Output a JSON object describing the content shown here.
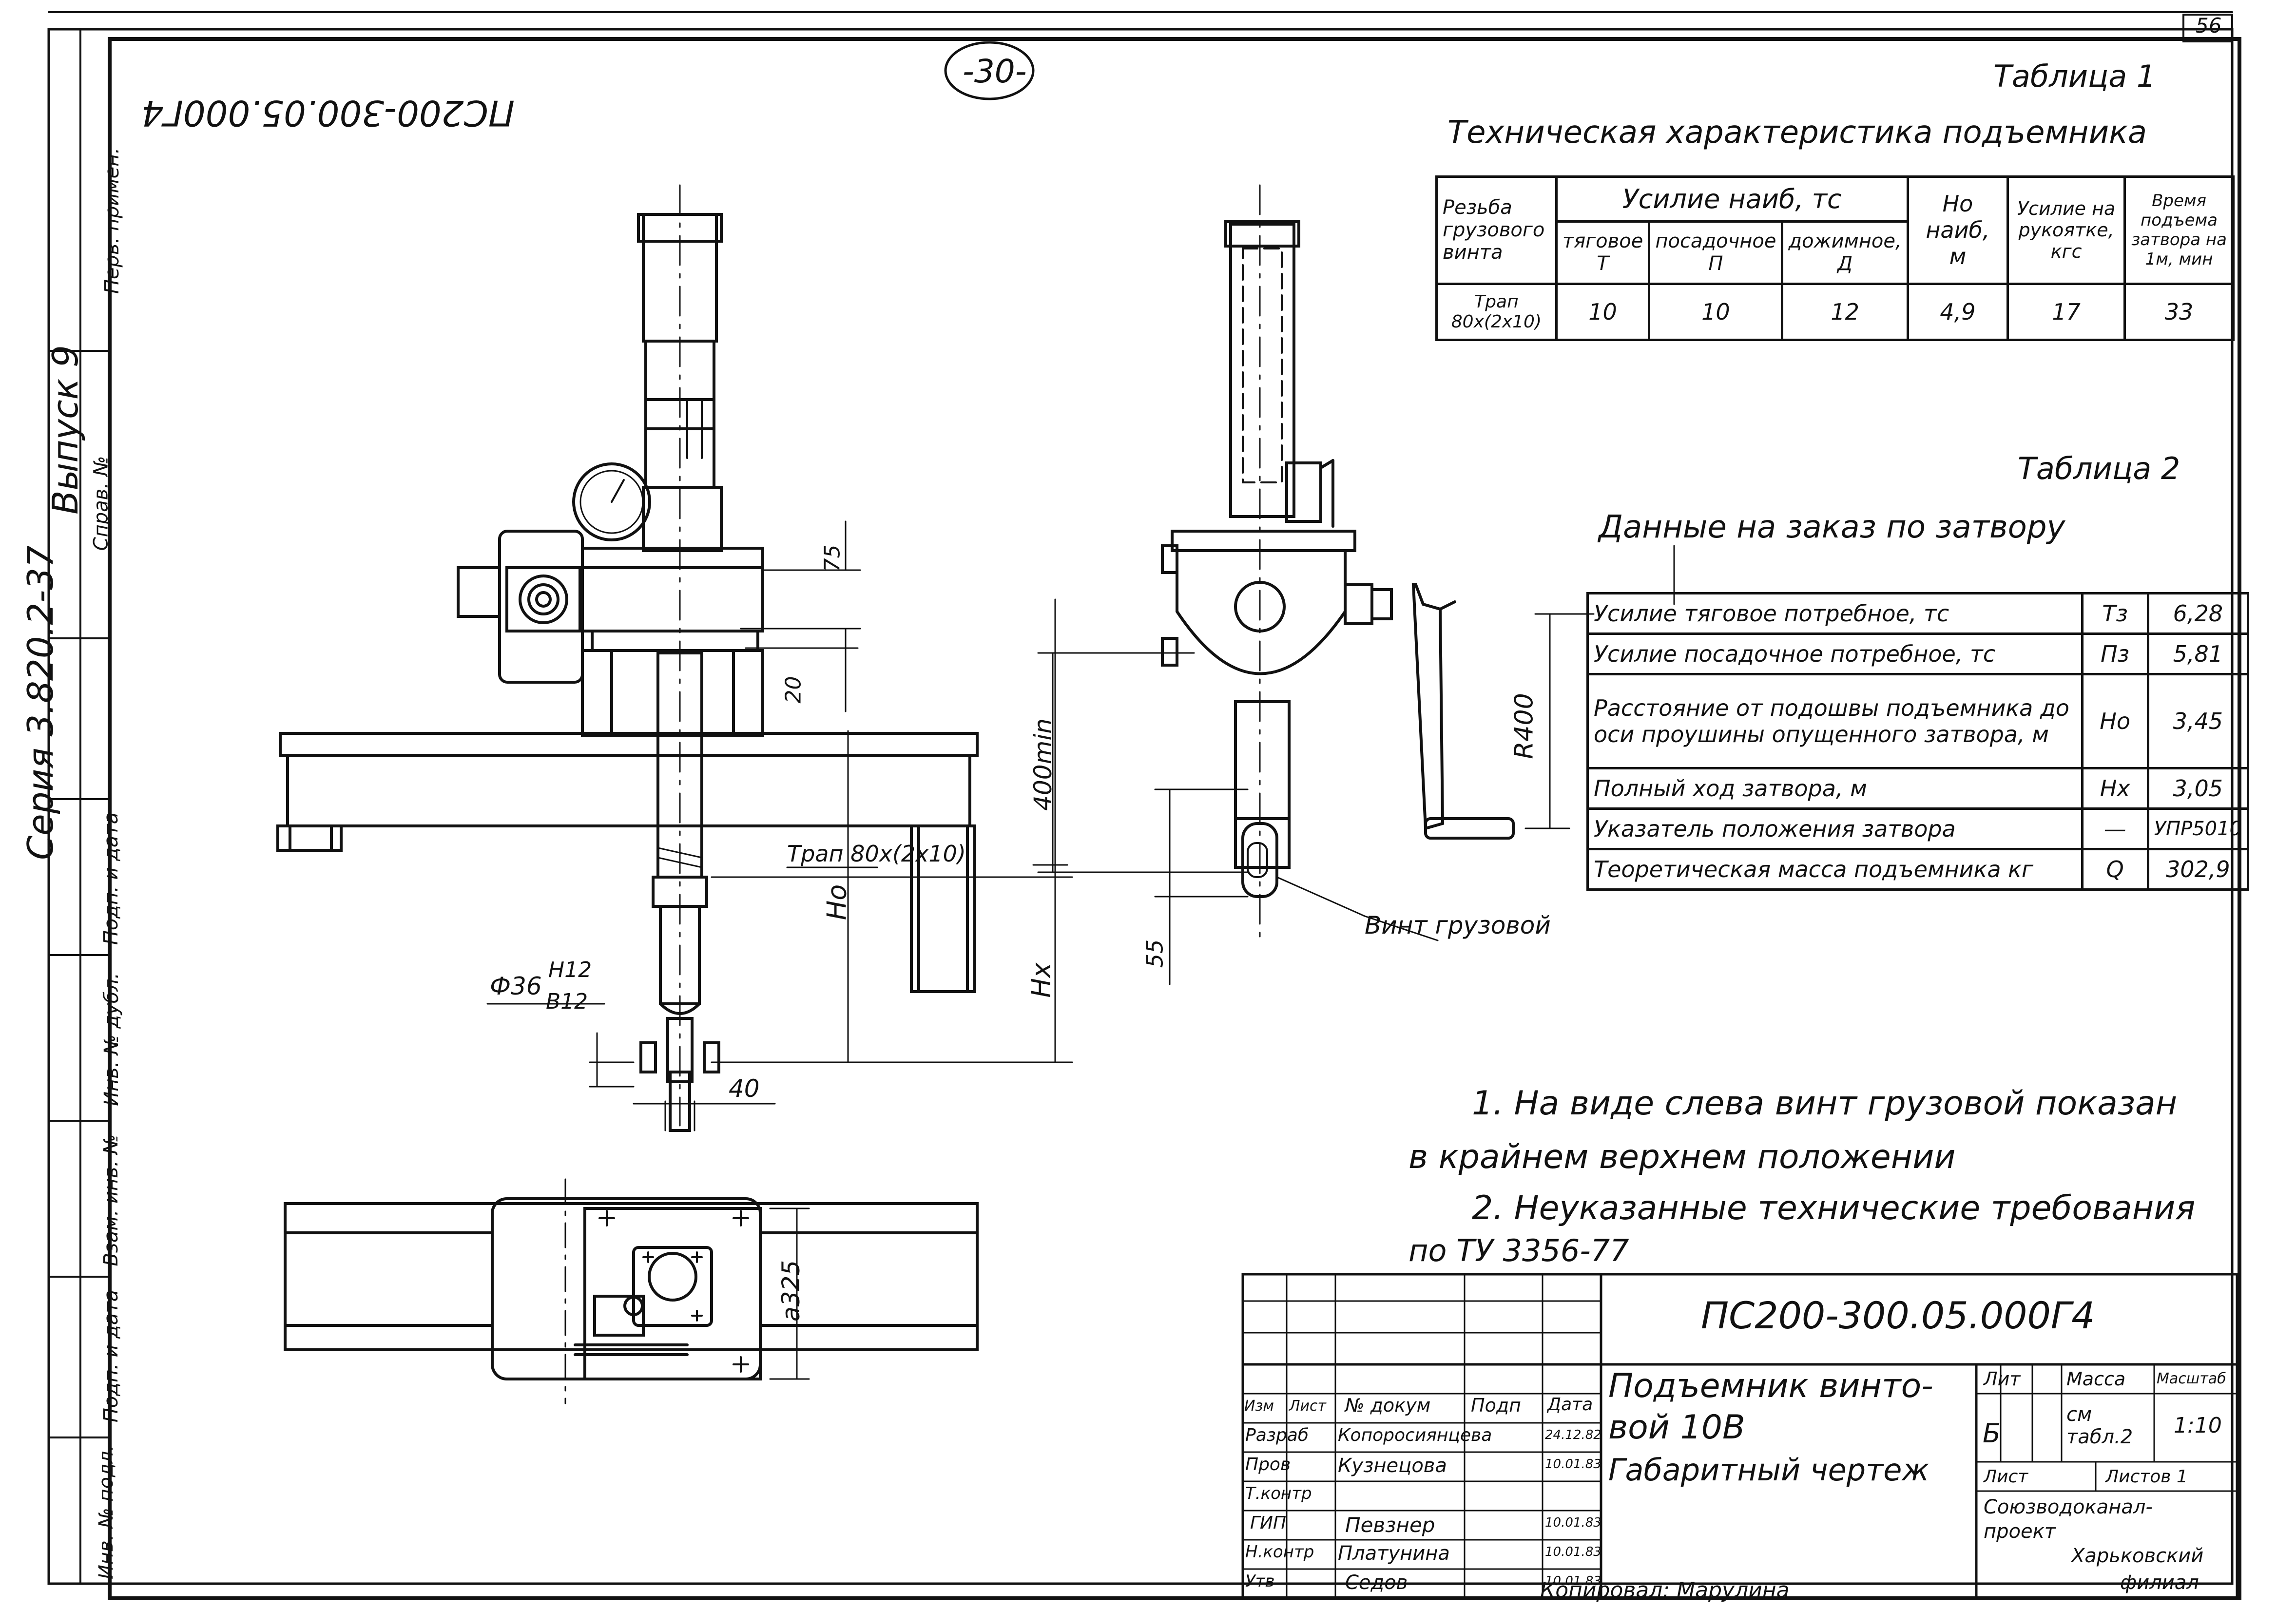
{
  "sheet": {
    "page_number": "-30-",
    "corner_number": "56",
    "top_code_mirrored": "ПС200-300.05.000Г4",
    "copied_by": "Копировал: Марулина"
  },
  "side_strip": {
    "series": "Серия 3.820.2-37",
    "issue": "Выпуск 9",
    "cells": [
      "Перв. примен.",
      "Справ. №",
      "Подп. и дата",
      "Инв. № дубл.",
      "Взам. инв. №",
      "Подп. и дата",
      "Инв. № подл."
    ]
  },
  "table1": {
    "title": "Таблица 1",
    "subtitle": "Техническая характеристика подъемника",
    "headers": {
      "thread": "Резьба грузового винта",
      "force": "Усилие наиб, тс",
      "pull": "тяговое Т",
      "seat": "посадочное П",
      "clamp": "дожимное, Д",
      "height": "Но наиб, м",
      "handle": "Усилие на рукоятке, кгс",
      "time": "Время подъема затвора на 1м, мин"
    },
    "row": {
      "thread": "Трап 80х(2х10)",
      "pull": "10",
      "seat": "10",
      "clamp": "12",
      "height": "4,9",
      "handle": "17",
      "time": "33"
    }
  },
  "table2": {
    "title": "Таблица 2",
    "subtitle": "Данные на заказ по затвору",
    "rows": [
      {
        "label": "Усилие тяговое потребное, тс",
        "sym": "Тз",
        "val": "6,28"
      },
      {
        "label": "Усилие посадочное потребное, тс",
        "sym": "Пз",
        "val": "5,81"
      },
      {
        "label": "Расстояние от подошвы подъемника до оси проушины опущенного затвора, м",
        "sym": "Но",
        "val": "3,45"
      },
      {
        "label": "Полный ход затвора, м",
        "sym": "Нх",
        "val": "3,05"
      },
      {
        "label": "Указатель положения затвора",
        "sym": "—",
        "val": "УПР5010"
      },
      {
        "label": "Теоретическая масса подъемника кг",
        "sym": "Q",
        "val": "302,9"
      }
    ]
  },
  "notes": {
    "n1a": "1. На виде слева винт грузовой показан",
    "n1b": "в крайнем верхнем положении",
    "n2a": "2. Неуказанные технические требования",
    "n2b": "по ТУ 3356-77"
  },
  "dims": {
    "d75": "75",
    "d20": "20",
    "ho": "Но",
    "hx": "Нх",
    "d400": "400min",
    "d55": "55",
    "r400": "R400",
    "d40": "40",
    "phi": "Ф36",
    "fit_top": "H12",
    "fit_bot": "B12",
    "thread": "Трап 80х(2х10)",
    "a325": "а325",
    "screw": "Винт грузовой"
  },
  "title_block": {
    "code": "ПС200-300.05.000Г4",
    "name1": "Подъемник винто-",
    "name2": "вой 10В",
    "name3": "Габаритный чертеж",
    "hdr": [
      "Изм",
      "Лист",
      "№ докум",
      "Подп",
      "Дата"
    ],
    "people": [
      {
        "role": "Разраб",
        "name": "Копоросиянцева",
        "date": "24.12.82"
      },
      {
        "role": "Пров",
        "name": "Кузнецова",
        "date": "10.01.83"
      },
      {
        "role": "Т.контр",
        "name": "",
        "date": ""
      },
      {
        "role": "ГИП",
        "name": "Певзнер",
        "date": "10.01.83"
      },
      {
        "role": "Н.контр",
        "name": "Платунина",
        "date": "10.01.83"
      },
      {
        "role": "Утв",
        "name": "Седов",
        "date": "10.01.83"
      }
    ],
    "lit_h": "Лит",
    "mass_h": "Масса",
    "scale_h": "Масштаб",
    "lit": "Б",
    "mass": "см табл.2",
    "scale": "1:10",
    "sheet_h": "Лист",
    "sheets_h": "Листов 1",
    "org1": "Союзводоканал-",
    "org2": "проект",
    "org3": "Харьковский",
    "org4": "филиал"
  }
}
